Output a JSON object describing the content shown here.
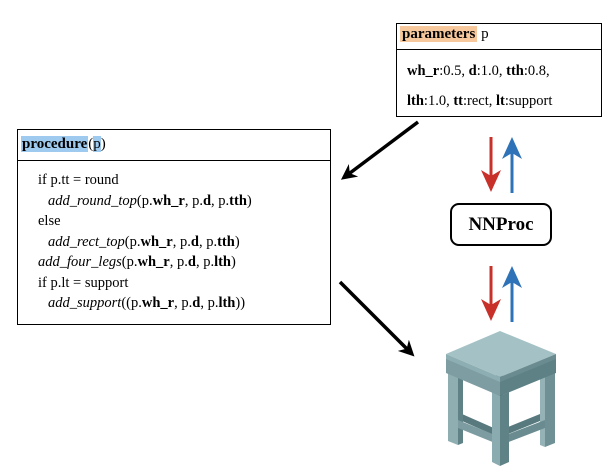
{
  "parameters_box": {
    "title_keyword": "parameters",
    "title_var": " p",
    "line1": [
      {
        "name": "wh_r",
        "value": ":0.5, "
      },
      {
        "name": "d",
        "value": ":1.0, "
      },
      {
        "name": "tth",
        "value": ":0.8,"
      }
    ],
    "line2": [
      {
        "name": "lth",
        "value": ":1.0, "
      },
      {
        "name": "tt",
        "value": ":rect, "
      },
      {
        "name": "lt",
        "value": ":support"
      }
    ]
  },
  "procedure_box": {
    "title_keyword": "procedure",
    "title_open": "(",
    "title_var": "p",
    "title_close": ")",
    "lines": {
      "l1": "if p.tt = round",
      "l2_func": "add_round_top",
      "l3": "else",
      "l4_func": "add_rect_top",
      "l5_func": "add_four_legs",
      "l6": "if p.lt = support",
      "l7_func": "add_support",
      "open": "(p.",
      "open_double": "((p.",
      "sep": ", p.",
      "close": ")",
      "close_double": "))",
      "wh_r": "wh_r",
      "d": "d",
      "tth": "tth",
      "lth": "lth"
    }
  },
  "nnproc_label": "NNProc",
  "colors": {
    "param_highlight": "#f7c89b",
    "proc_highlight": "#9fcaf0",
    "arrow_down": "#c8302a",
    "arrow_up": "#2e73b8",
    "table_top": "#a4c2c5",
    "table_side": "#6f9196",
    "table_dark": "#3e5b60"
  },
  "icons": [
    "arrow-down-red",
    "arrow-up-blue",
    "table-3d"
  ]
}
